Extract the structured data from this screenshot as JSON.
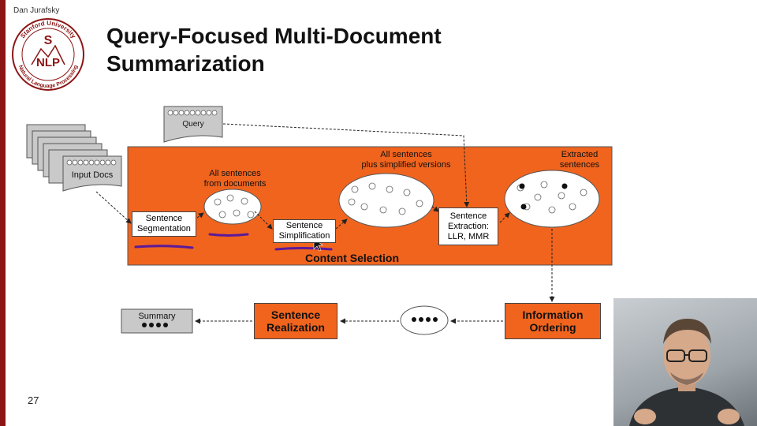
{
  "header": {
    "author": "Dan Jurafsky",
    "title_line1": "Query-Focused Multi-Document",
    "title_line2": "Summarization"
  },
  "logo": {
    "top_text": "Stanford University",
    "letters_top": "S",
    "letters_bottom": "NLP",
    "bottom_text": "Natural Language Processing",
    "color": "#8c1515"
  },
  "diagram": {
    "input_docs": "Input Docs",
    "query": "Query",
    "all_sentences": [
      "All sentences",
      "from documents"
    ],
    "all_plus_simplified": [
      "All sentences",
      "plus simplified versions"
    ],
    "extracted": [
      "Extracted",
      "sentences"
    ],
    "sentence_segmentation": [
      "Sentence",
      "Segmentation"
    ],
    "sentence_simplification": [
      "Sentence",
      "Simplification"
    ],
    "sentence_extraction": [
      "Sentence",
      "Extraction:",
      "LLR, MMR"
    ],
    "content_selection": "Content Selection",
    "information_ordering": [
      "Information",
      "Ordering"
    ],
    "sentence_realization": [
      "Sentence",
      "Realization"
    ],
    "summary": "Summary",
    "orange": "#f0641e",
    "underline_color": "#5a1a9a"
  },
  "slide": {
    "page_number": "27"
  }
}
